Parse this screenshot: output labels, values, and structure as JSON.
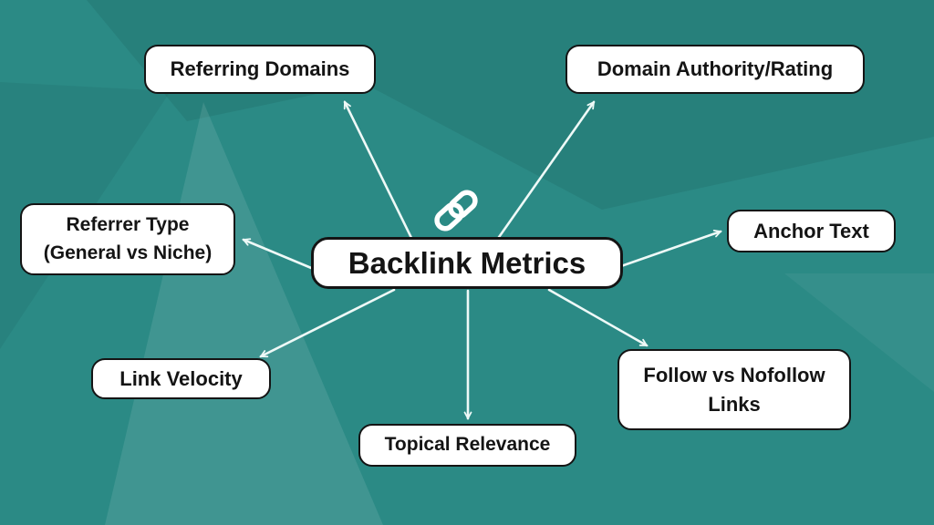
{
  "diagram": {
    "title": "Backlink Metrics",
    "center_icon": "chain-link-icon",
    "nodes": [
      {
        "id": "referring-domains",
        "label": "Referring Domains"
      },
      {
        "id": "domain-authority",
        "label": "Domain Authority/Rating"
      },
      {
        "id": "referrer-type",
        "label": "Referrer Type\n(General vs Niche)"
      },
      {
        "id": "anchor-text",
        "label": "Anchor Text"
      },
      {
        "id": "link-velocity",
        "label": "Link Velocity"
      },
      {
        "id": "topical-relevance",
        "label": "Topical Relevance"
      },
      {
        "id": "follow-nofollow",
        "label": "Follow vs Nofollow\nLinks"
      }
    ],
    "connections": [
      {
        "from": "center",
        "to": "referring-domains"
      },
      {
        "from": "center",
        "to": "domain-authority"
      },
      {
        "from": "center",
        "to": "referrer-type"
      },
      {
        "from": "center",
        "to": "anchor-text"
      },
      {
        "from": "center",
        "to": "link-velocity"
      },
      {
        "from": "center",
        "to": "topical-relevance"
      },
      {
        "from": "center",
        "to": "follow-nofollow"
      }
    ],
    "colors": {
      "background": "#2b8a85",
      "background_dark_band": "#23807b",
      "background_light_band": "#459d97",
      "box_background": "#ffffff",
      "box_border": "#141414",
      "text": "#141414",
      "arrow": "#eef9f7",
      "icon": "#ffffff"
    }
  }
}
